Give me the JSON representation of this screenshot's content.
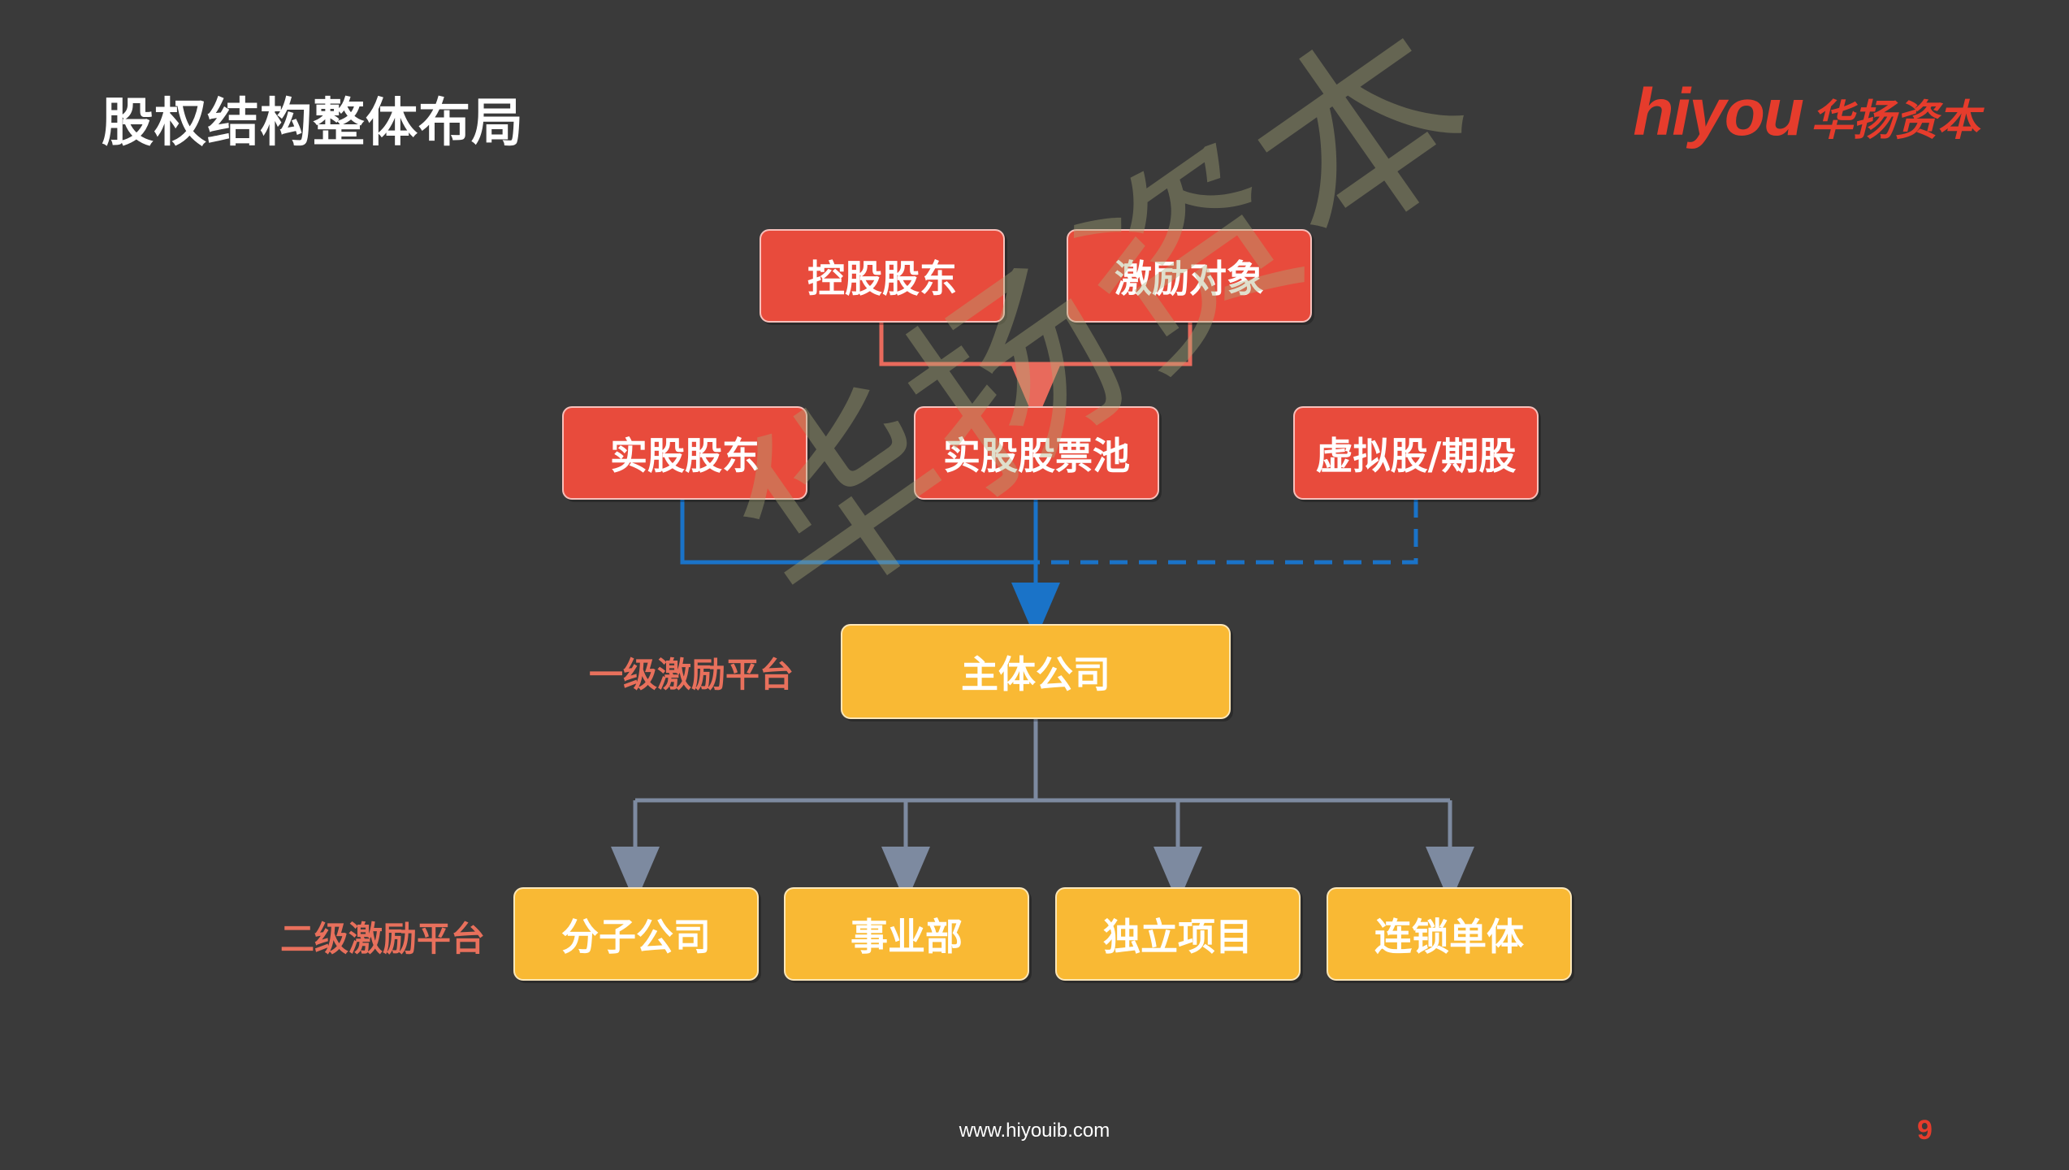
{
  "header": {
    "title": "股权结构整体布局",
    "logo_latin": "hiyou",
    "logo_cjk": "华扬资本"
  },
  "diagram": {
    "top_row": [
      "控股股东",
      "激励对象"
    ],
    "middle_row": [
      "实股股东",
      "实股股票池",
      "虚拟股/期股"
    ],
    "main_company": "主体公司",
    "bottom_row": [
      "分子公司",
      "事业部",
      "独立项目",
      "连锁单体"
    ],
    "level1_label": "一级激励平台",
    "level2_label": "二级激励平台",
    "colors": {
      "red_box": "#e84b3c",
      "yellow_box": "#f9b934",
      "red_connector": "#e86a5c",
      "blue_connector": "#1a73c8",
      "gray_connector": "#7d8aa0"
    }
  },
  "watermark": "华扬资本",
  "footer": {
    "url": "www.hiyouib.com",
    "page_number": "9"
  }
}
